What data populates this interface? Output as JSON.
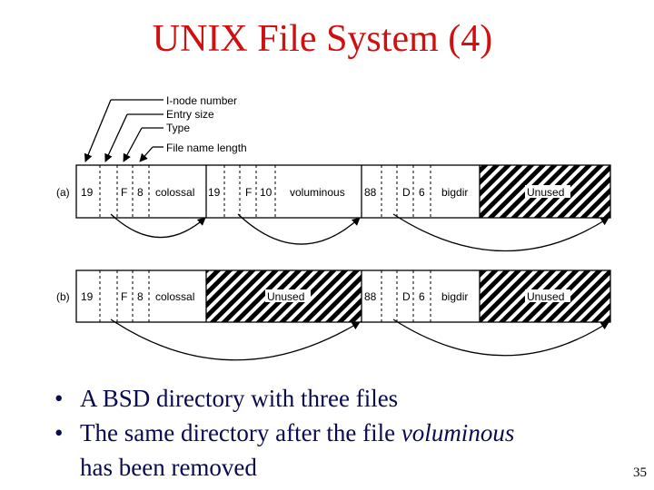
{
  "title": "UNIX File System (4)",
  "callouts": [
    "I-node number",
    "Entry size",
    "Type",
    "File name length"
  ],
  "row_a": {
    "label": "(a)",
    "entries": [
      {
        "inode": "19",
        "type": "F",
        "name_length": "8",
        "name": "colossal"
      },
      {
        "inode": "19",
        "type": "F",
        "name_length": "10",
        "name": "voluminous"
      },
      {
        "inode": "88",
        "type": "D",
        "name_length": "6",
        "name": "bigdir"
      }
    ],
    "unused_label": "Unused"
  },
  "row_b": {
    "label": "(b)",
    "entries": [
      {
        "inode": "19",
        "type": "F",
        "name_length": "8",
        "name": "colossal"
      },
      {
        "inode": "88",
        "type": "D",
        "name_length": "6",
        "name": "bigdir"
      }
    ],
    "gap_label": "Unused",
    "unused_label": "Unused"
  },
  "bullets": {
    "item1": "A BSD directory with three files",
    "item2_text": "The same directory after the file ",
    "item2_italic": "voluminous",
    "item2_cont": "has been removed",
    "marker": "•"
  },
  "page_number": "35"
}
